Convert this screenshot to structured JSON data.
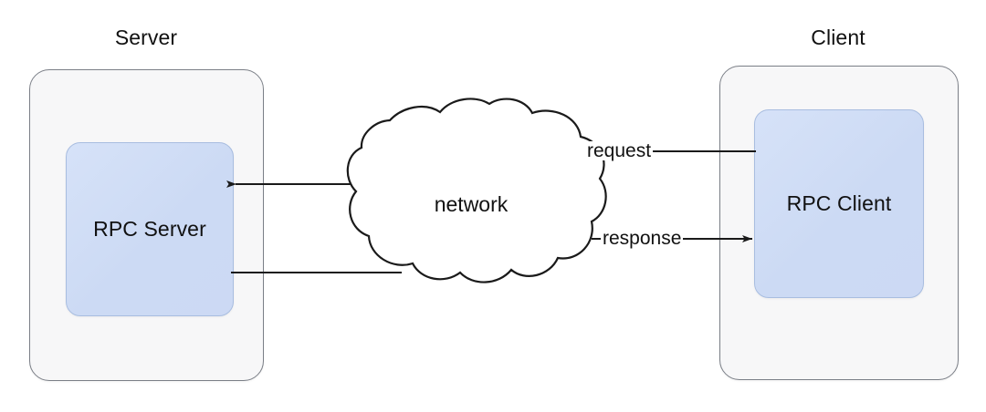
{
  "diagram": {
    "title_server": "Server",
    "title_client": "Client",
    "groups": [
      {
        "id": "server-group",
        "label": "Server"
      },
      {
        "id": "client-group",
        "label": "Client"
      }
    ],
    "nodes": [
      {
        "id": "rpc-server",
        "label": "RPC Server"
      },
      {
        "id": "rpc-client",
        "label": "RPC Client"
      }
    ],
    "cloud": {
      "label": "network"
    },
    "edges": [
      {
        "id": "request-edge",
        "label": "request",
        "from": "rpc-client",
        "to": "network",
        "arrow": false
      },
      {
        "id": "request-in-edge",
        "label": "",
        "from": "network",
        "to": "rpc-server",
        "arrow": true
      },
      {
        "id": "response-out-edge",
        "label": "",
        "from": "rpc-server",
        "to": "network",
        "arrow": false
      },
      {
        "id": "response-edge",
        "label": "response",
        "from": "network",
        "to": "rpc-client",
        "arrow": true
      }
    ],
    "colors": {
      "node_fill": "#ccdaf4",
      "node_stroke": "#a8bde0",
      "group_fill": "#f7f7f8",
      "group_stroke": "#7b7f87",
      "line": "#1a1a1a",
      "text": "#111111",
      "background": "#ffffff"
    }
  }
}
